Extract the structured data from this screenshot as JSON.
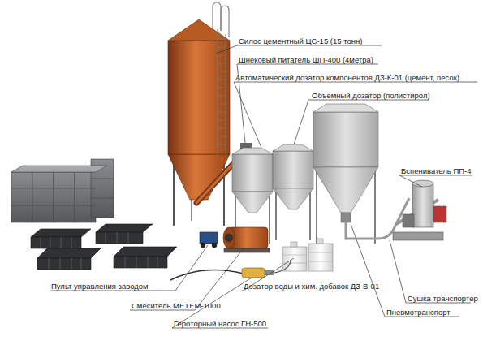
{
  "diagram": {
    "labels": [
      "Силос цементный ЦС-15 (15 тонн)",
      "Шнековый питатель ШП-400 (4метра)",
      "Автоматический дозатор компонентов ДЗ-К-01 (цемент, песок)",
      "Объемный дозатор (полистирол)",
      "Вспениватель ПП-4",
      "Пульт управления заводом",
      "Дозатор воды и хим. добавок ДЗ-В-01",
      "Смеситель МЕТЕМ-1000",
      "Сушка транспортер",
      "Пневмотранспорт",
      "Героторный насос ГН-500"
    ]
  }
}
